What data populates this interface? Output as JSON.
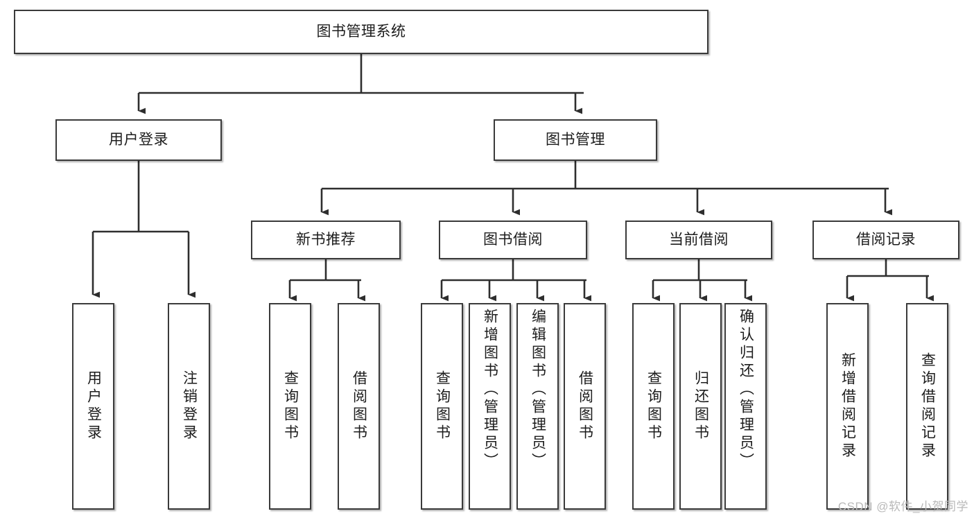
{
  "diagram": {
    "title": "图书管理系统",
    "type": "hierarchy-tree",
    "watermark": "CSDN @软件_小贺同学",
    "colors": {
      "stroke": "#3a3a3a",
      "fill": "#ffffff",
      "text": "#1c1c1c",
      "watermark": "#b9b9b9"
    },
    "levels": [
      {
        "level": 0,
        "nodes": [
          {
            "id": "root",
            "label": "图书管理系统",
            "orientation": "horizontal"
          }
        ]
      },
      {
        "level": 1,
        "nodes": [
          {
            "id": "user-login",
            "label": "用户登录",
            "orientation": "horizontal",
            "parent": "root"
          },
          {
            "id": "book-manage",
            "label": "图书管理",
            "orientation": "horizontal",
            "parent": "root"
          }
        ]
      },
      {
        "level": 2,
        "nodes": [
          {
            "id": "new-book-rec",
            "label": "新书推荐",
            "orientation": "horizontal",
            "parent": "book-manage"
          },
          {
            "id": "book-borrow",
            "label": "图书借阅",
            "orientation": "horizontal",
            "parent": "book-manage"
          },
          {
            "id": "current-borrow",
            "label": "当前借阅",
            "orientation": "horizontal",
            "parent": "book-manage"
          },
          {
            "id": "borrow-record",
            "label": "借阅记录",
            "orientation": "horizontal",
            "parent": "book-manage"
          }
        ]
      },
      {
        "level": 3,
        "nodes": [
          {
            "id": "leaf-user-login",
            "label": "用户登录",
            "orientation": "vertical",
            "parent": "user-login"
          },
          {
            "id": "leaf-user-logout",
            "label": "注销登录",
            "orientation": "vertical",
            "parent": "user-login"
          },
          {
            "id": "leaf-query-book-1",
            "label": "查询图书",
            "orientation": "vertical",
            "parent": "new-book-rec"
          },
          {
            "id": "leaf-borrow-book-1",
            "label": "借阅图书",
            "orientation": "vertical",
            "parent": "new-book-rec"
          },
          {
            "id": "leaf-query-book-2",
            "label": "查询图书",
            "orientation": "vertical",
            "parent": "book-borrow"
          },
          {
            "id": "leaf-add-book",
            "label": "新增图书（管理员）",
            "orientation": "vertical",
            "parent": "book-borrow"
          },
          {
            "id": "leaf-edit-book",
            "label": "编辑图书（管理员）",
            "orientation": "vertical",
            "parent": "book-borrow"
          },
          {
            "id": "leaf-borrow-book-2",
            "label": "借阅图书",
            "orientation": "vertical",
            "parent": "book-borrow"
          },
          {
            "id": "leaf-query-book-3",
            "label": "查询图书",
            "orientation": "vertical",
            "parent": "current-borrow"
          },
          {
            "id": "leaf-return-book",
            "label": "归还图书",
            "orientation": "vertical",
            "parent": "current-borrow"
          },
          {
            "id": "leaf-confirm-return",
            "label": "确认归还（管理员）",
            "orientation": "vertical",
            "parent": "current-borrow"
          },
          {
            "id": "leaf-add-record",
            "label": "新增借阅记录",
            "orientation": "vertical",
            "parent": "borrow-record"
          },
          {
            "id": "leaf-query-record",
            "label": "查询借阅记录",
            "orientation": "vertical",
            "parent": "borrow-record"
          }
        ]
      }
    ]
  }
}
